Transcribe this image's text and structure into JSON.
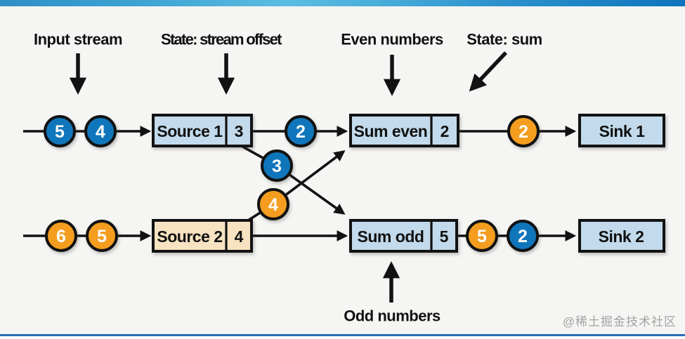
{
  "watermark": "@稀土掘金技术社区",
  "colors": {
    "token_blue": "#1076bc",
    "token_orange": "#f49d1f",
    "box_light_blue": "#c2daeb",
    "box_tan": "#f7e3c1",
    "stroke_black": "#121212",
    "top_bar_blue": "#3fa5d4",
    "bottom_line_blue": "#2b6db6",
    "background": "#f5f5f3"
  },
  "diagram": {
    "annotations": {
      "input_stream": "Input stream",
      "state_stream_offset": "State: stream offset",
      "even_numbers": "Even numbers",
      "state_sum": "State: sum",
      "odd_numbers": "Odd numbers"
    },
    "nodes": {
      "source1": {
        "label": "Source 1",
        "state": "3"
      },
      "source2": {
        "label": "Source 2",
        "state": "4"
      },
      "sum_even": {
        "label": "Sum even",
        "state": "2"
      },
      "sum_odd": {
        "label": "Sum odd",
        "state": "5"
      },
      "sink1": {
        "label": "Sink 1"
      },
      "sink2": {
        "label": "Sink 2"
      }
    },
    "tokens": {
      "top_input": [
        "5",
        "4"
      ],
      "top_between": "2",
      "top_output": "2",
      "to_sum_odd": "3",
      "to_sum_even": "4",
      "bottom_input": [
        "6",
        "5"
      ],
      "bottom_output": [
        "5",
        "2"
      ]
    }
  }
}
